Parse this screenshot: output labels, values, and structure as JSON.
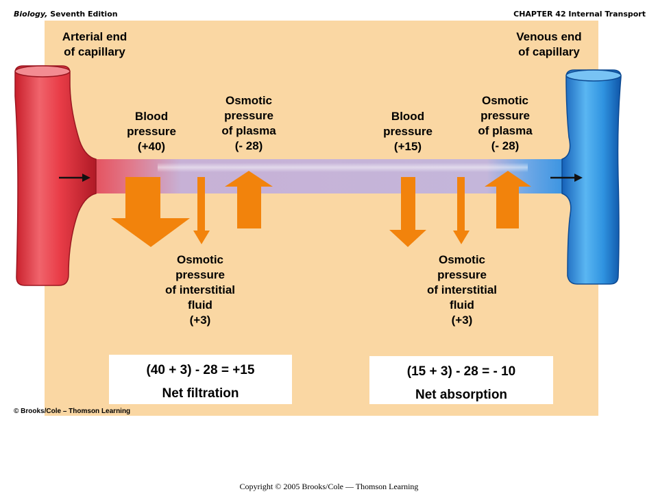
{
  "header": {
    "book_italic": "Biology,",
    "book_rest": " Seventh Edition",
    "chapter": "CHAPTER 42 Internal Transport"
  },
  "ends": {
    "arterial_line1": "Arterial end",
    "arterial_line2": "of capillary",
    "venous_line1": "Venous end",
    "venous_line2": "of capillary"
  },
  "arterial": {
    "bp_line1": "Blood",
    "bp_line2": "pressure",
    "bp_value": "(+40)",
    "op_line1": "Osmotic",
    "op_line2": "pressure",
    "op_line3": "of plasma",
    "op_value": "(- 28)",
    "if_line1": "Osmotic",
    "if_line2": "pressure",
    "if_line3": "of interstitial",
    "if_line4": "fluid",
    "if_value": "(+3)"
  },
  "venous": {
    "bp_line1": "Blood",
    "bp_line2": "pressure",
    "bp_value": "(+15)",
    "op_line1": "Osmotic",
    "op_line2": "pressure",
    "op_line3": "of plasma",
    "op_value": "(- 28)",
    "if_line1": "Osmotic",
    "if_line2": "pressure",
    "if_line3": "of interstitial",
    "if_line4": "fluid",
    "if_value": "(+3)"
  },
  "results": {
    "left_equation": "(40 + 3) - 28 = +15",
    "left_label": "Net filtration",
    "right_equation": "(15 + 3) - 28 = - 10",
    "right_label": "Net absorption"
  },
  "credit": "© Brooks/Cole – Thomson Learning",
  "footer": "Copyright © 2005 Brooks/Cole — Thomson Learning",
  "colors": {
    "panel": "#fad7a3",
    "artery": "#e8404a",
    "vein": "#2a8fe0",
    "capillary": "#c8b2d6",
    "arrow": "#f2830c"
  }
}
